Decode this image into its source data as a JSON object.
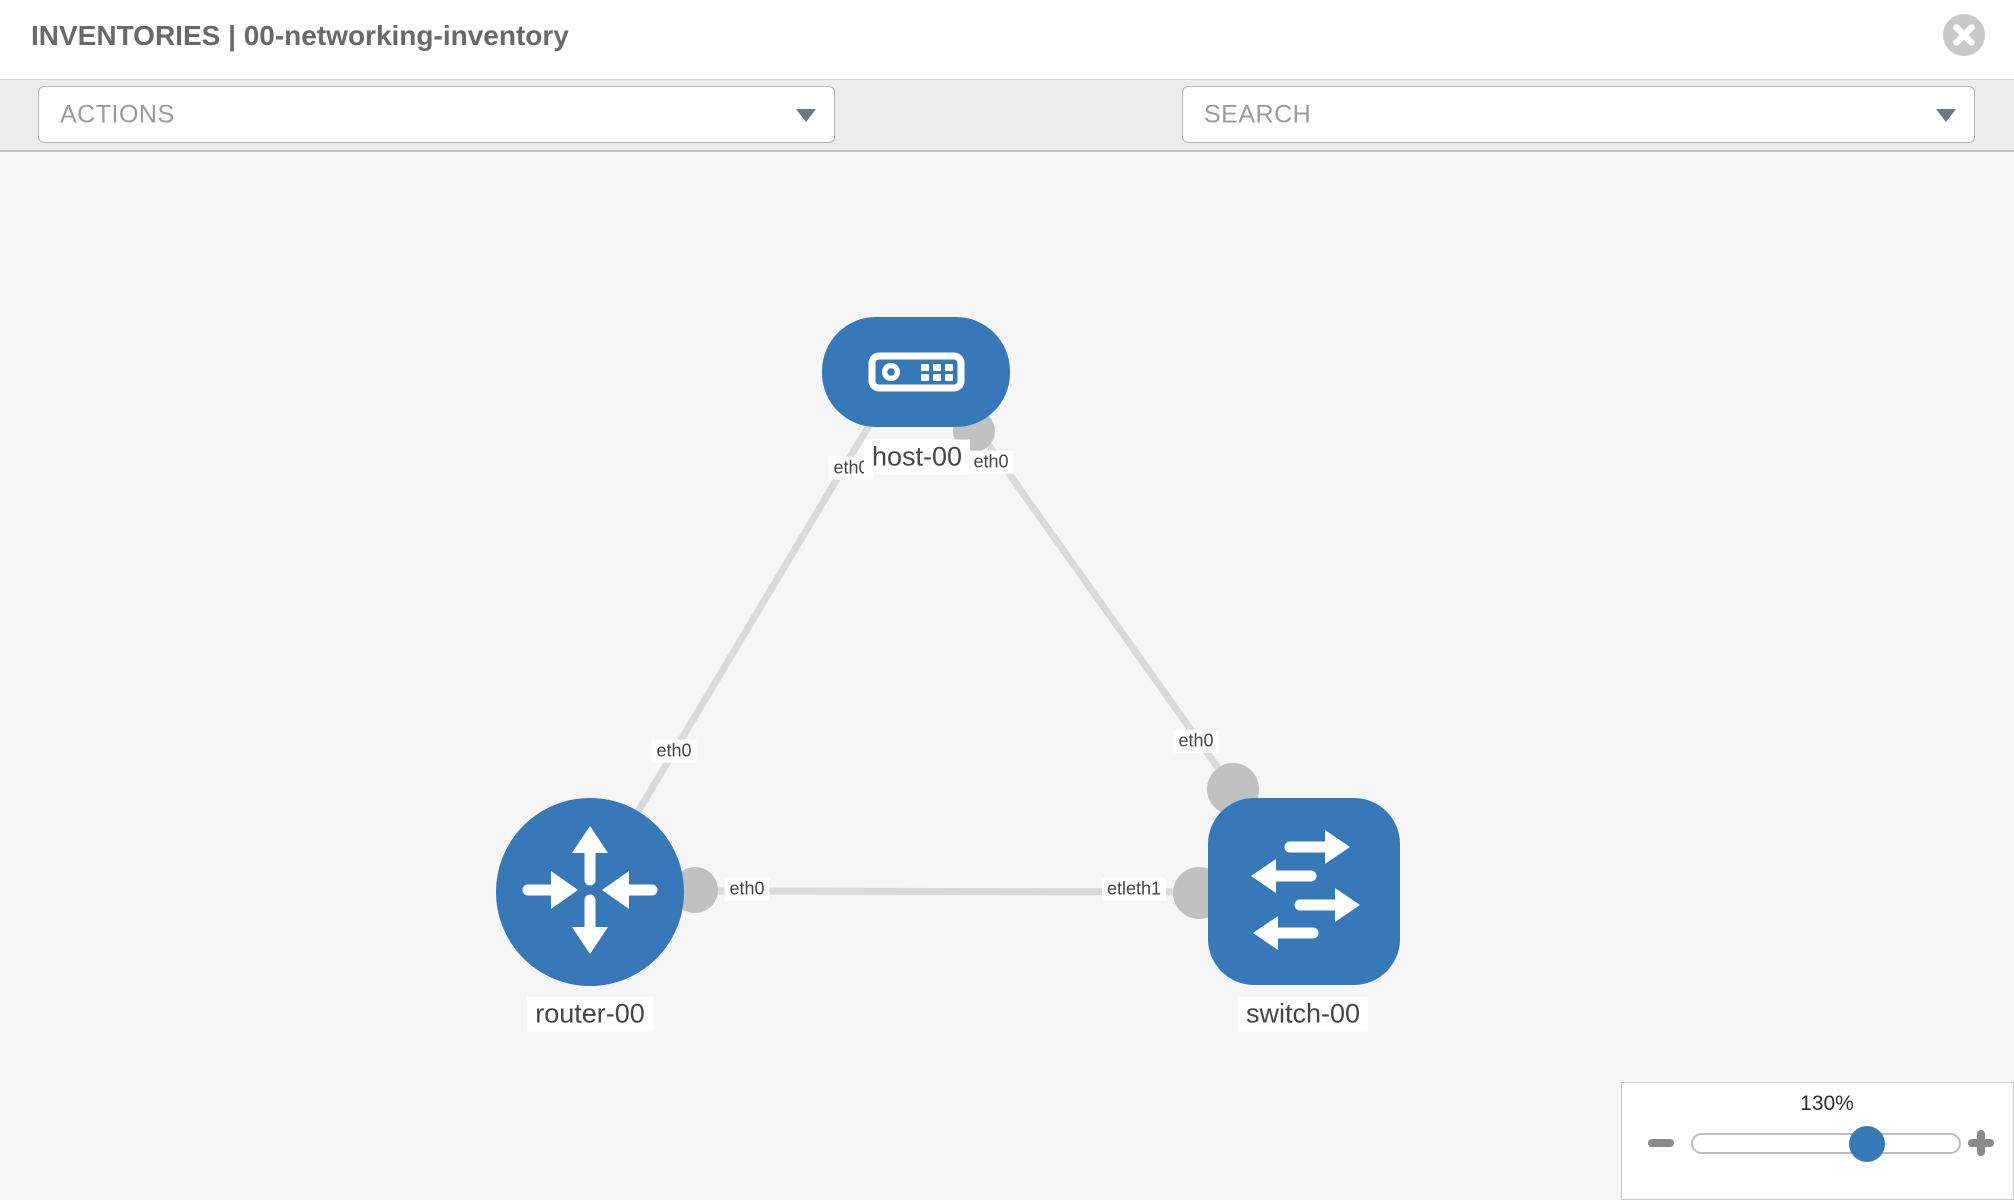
{
  "header": {
    "title": "INVENTORIES | 00-networking-inventory"
  },
  "toolbar": {
    "actions_placeholder": "ACTIONS",
    "search_placeholder": "SEARCH",
    "icons": [
      "wrench-icon",
      "key-icon"
    ]
  },
  "topology": {
    "nodes": [
      {
        "id": "host-00",
        "type": "host",
        "label": "host-00"
      },
      {
        "id": "router-00",
        "type": "router",
        "label": "router-00"
      },
      {
        "id": "switch-00",
        "type": "switch",
        "label": "switch-00"
      }
    ],
    "links": [
      {
        "from": "host-00",
        "to": "router-00",
        "from_interface": "eth0",
        "to_interface": "eth0"
      },
      {
        "from": "host-00",
        "to": "switch-00",
        "from_interface": "eth0",
        "to_interface": "eth0"
      },
      {
        "from": "router-00",
        "to": "switch-00",
        "from_interface": "eth0",
        "to_interface": "etleth1"
      }
    ],
    "node_labels": {
      "host": "host-00",
      "router": "router-00",
      "switch": "switch-00"
    },
    "interface_labels": {
      "host_left": "eth0",
      "host_right": "eth0",
      "router_top": "eth0",
      "router_right": "eth0",
      "switch_top": "eth0",
      "switch_left": "etleth1"
    }
  },
  "zoom_control": {
    "level": "130%"
  },
  "colors": {
    "node_blue": "#3778b9",
    "link_gray": "#dadada",
    "connector_gray": "#c1c1c1",
    "canvas_bg": "#f6f6f6",
    "toolbar_bg": "#ececec",
    "icon_slate": "#7c8591",
    "title_gray": "#696969",
    "placeholder_gray": "#9b9b9b",
    "thumb_blue": "#3579b8"
  }
}
